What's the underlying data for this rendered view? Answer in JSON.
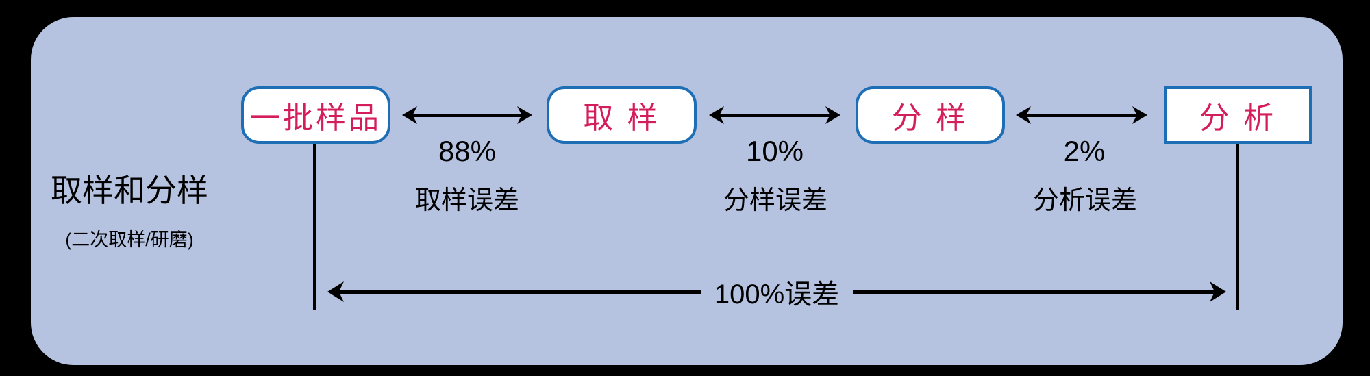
{
  "colors": {
    "outer_background": "#000000",
    "panel_background": "#b5c2e0",
    "node_border": "#1e6eb5",
    "node_text": "#d41e5c",
    "line_color": "#000000"
  },
  "sidebar": {
    "title": "取样和分样",
    "subtitle": "(二次取样/研磨)"
  },
  "nodes": [
    {
      "label": "一批样品",
      "shape": "rounded"
    },
    {
      "label": "取 样",
      "shape": "rounded"
    },
    {
      "label": "分 样",
      "shape": "rounded"
    },
    {
      "label": "分 析",
      "shape": "square"
    }
  ],
  "links": [
    {
      "percent": "88%",
      "label": "取样误差"
    },
    {
      "percent": "10%",
      "label": "分样误差"
    },
    {
      "percent": "2%",
      "label": "分析误差"
    }
  ],
  "total": {
    "label": "100%误差"
  }
}
